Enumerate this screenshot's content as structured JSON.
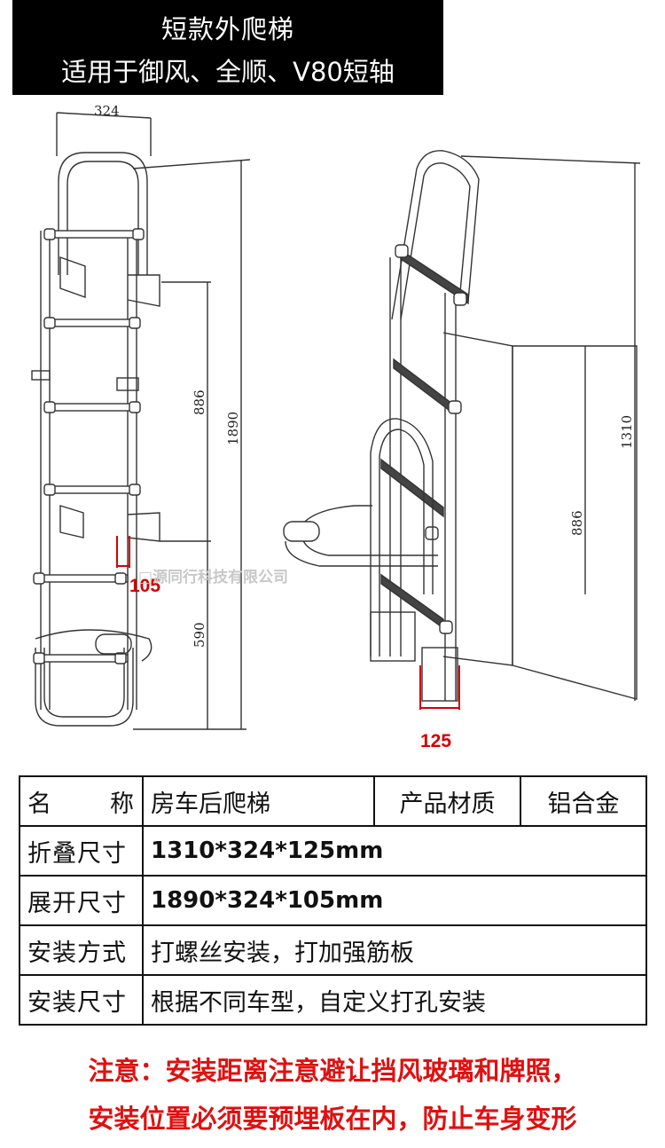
{
  "header": {
    "title": "短款外爬梯",
    "subtitle": "适用于御风、全顺、V80短轴"
  },
  "drawing": {
    "left_dims": {
      "width": "324",
      "mid": "886",
      "total": "1890",
      "lower": "590",
      "depth": "105"
    },
    "right_dims": {
      "total": "1310",
      "mid": "886",
      "depth": "125"
    },
    "watermark": "□源同行科技有限公司"
  },
  "spec_table": {
    "name_label_a": "名",
    "name_label_b": "称",
    "name_value": "房车后爬梯",
    "material_label": "产品材质",
    "material_value": "铝合金",
    "rows": [
      {
        "label": "折叠尺寸",
        "value": "1310*324*125mm"
      },
      {
        "label": "展开尺寸",
        "value": "1890*324*105mm"
      },
      {
        "label": "安装方式",
        "value": "打螺丝安装，打加强筋板"
      },
      {
        "label": "安装尺寸",
        "value": "根据不同车型，自定义打孔安装"
      }
    ]
  },
  "notice": {
    "line1": "注意：安装距离注意避让挡风玻璃和牌照，",
    "line2": "安装位置必须要预埋板在内，防止车身变形"
  }
}
